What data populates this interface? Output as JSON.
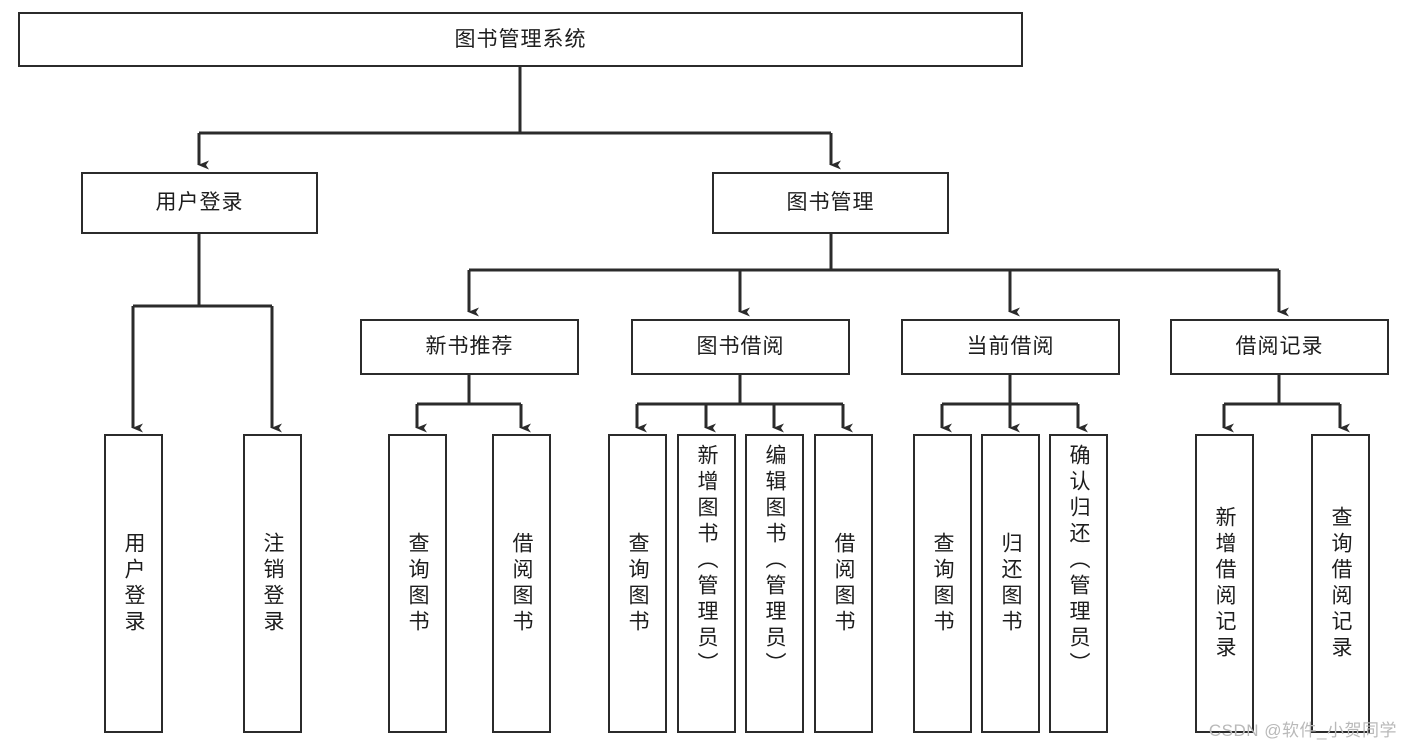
{
  "diagram": {
    "title": "图书管理系统",
    "type": "hierarchy-tree",
    "watermark": "CSDN @软件_小贺同学",
    "colors": {
      "background": "#ffffff",
      "stroke": "#2b2b2b",
      "text": "#1d1d1d",
      "watermark": "#b9b9b9"
    },
    "nodes": {
      "root": {
        "label": "图书管理系统",
        "orientation": "horizontal"
      },
      "level2": [
        {
          "label": "用户登录",
          "orientation": "horizontal"
        },
        {
          "label": "图书管理",
          "orientation": "horizontal"
        }
      ],
      "level3": [
        {
          "label": "新书推荐",
          "orientation": "horizontal"
        },
        {
          "label": "图书借阅",
          "orientation": "horizontal"
        },
        {
          "label": "当前借阅",
          "orientation": "horizontal"
        },
        {
          "label": "借阅记录",
          "orientation": "horizontal"
        }
      ],
      "leaves": {
        "user_login": [
          {
            "label": "用户登录",
            "orientation": "vertical"
          },
          {
            "label": "注销登录",
            "orientation": "vertical"
          }
        ],
        "new_book_recommend": [
          {
            "label": "查询图书",
            "orientation": "vertical"
          },
          {
            "label": "借阅图书",
            "orientation": "vertical"
          }
        ],
        "book_borrow": [
          {
            "label": "查询图书",
            "orientation": "vertical"
          },
          {
            "label": "新增图书（管理员）",
            "orientation": "vertical"
          },
          {
            "label": "编辑图书（管理员）",
            "orientation": "vertical"
          },
          {
            "label": "借阅图书",
            "orientation": "vertical"
          }
        ],
        "current_borrow": [
          {
            "label": "查询图书",
            "orientation": "vertical"
          },
          {
            "label": "归还图书",
            "orientation": "vertical"
          },
          {
            "label": "确认归还（管理员）",
            "orientation": "vertical"
          }
        ],
        "borrow_record": [
          {
            "label": "新增借阅记录",
            "orientation": "vertical"
          },
          {
            "label": "查询借阅记录",
            "orientation": "vertical"
          }
        ]
      }
    }
  }
}
